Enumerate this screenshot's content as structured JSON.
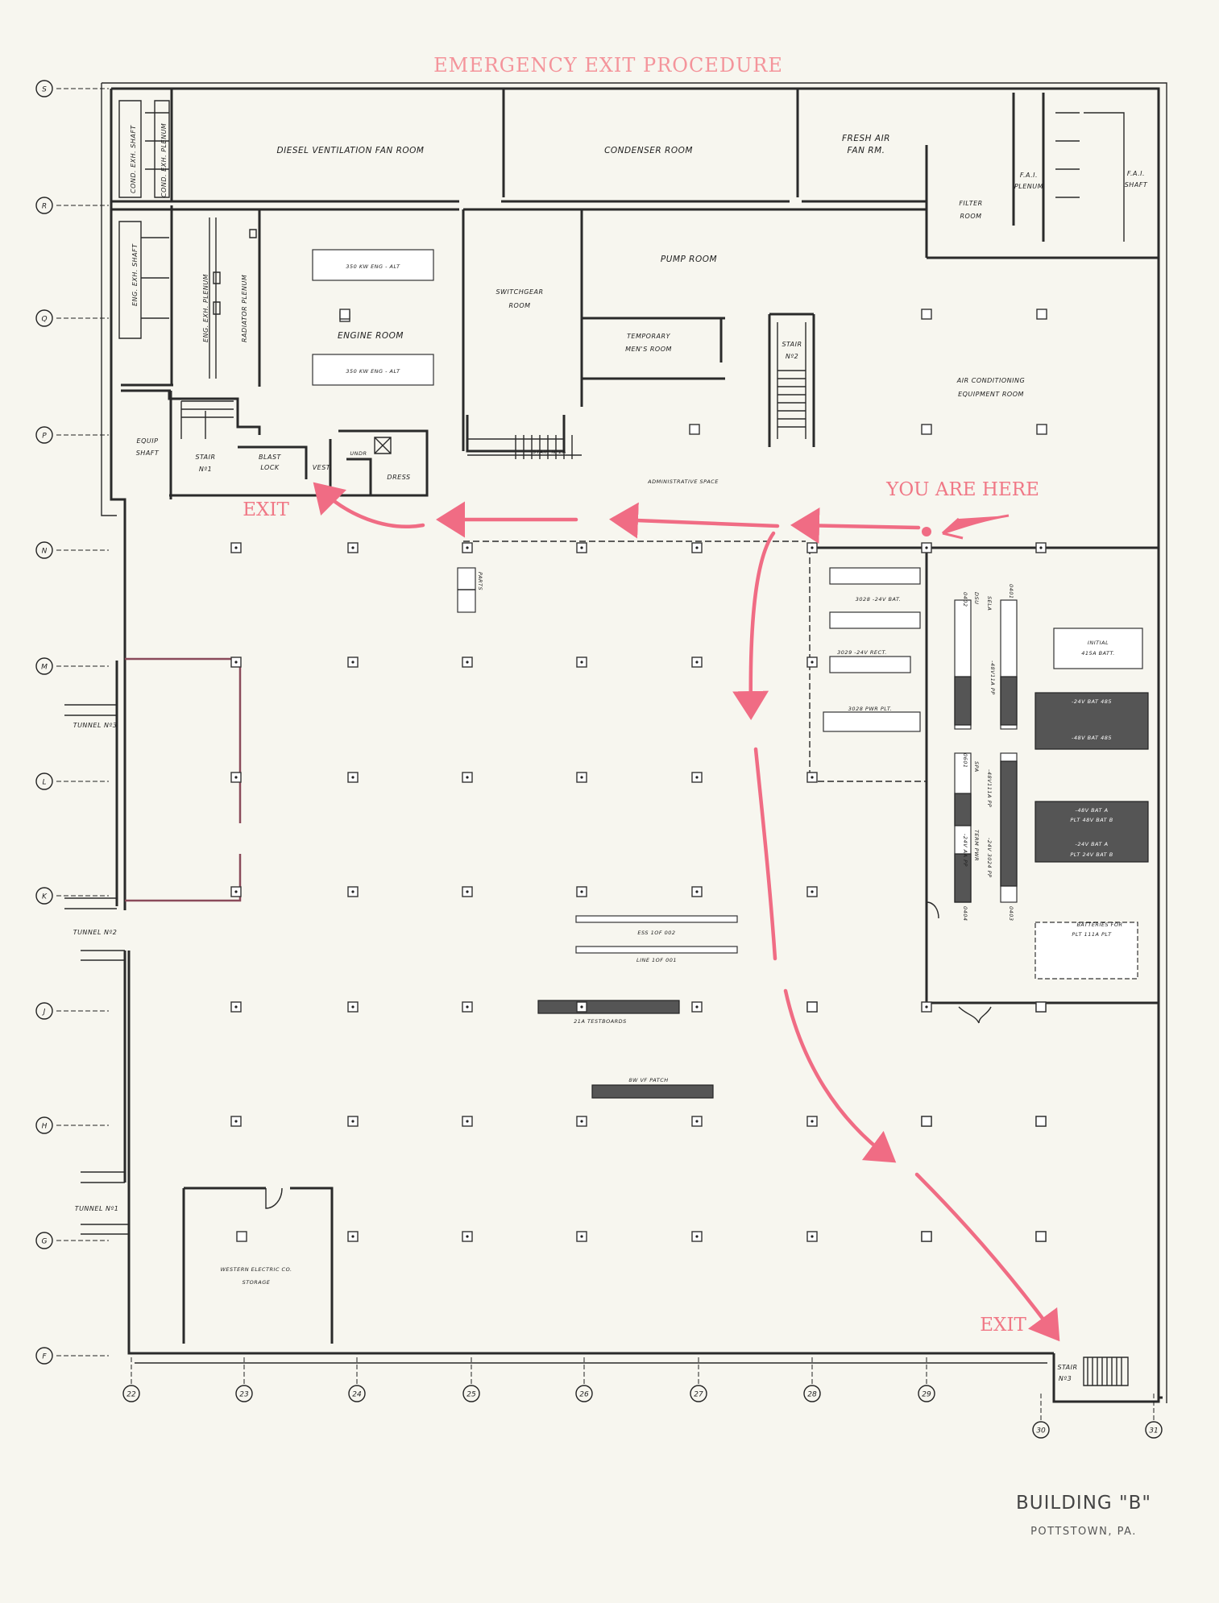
{
  "title": "EMERGENCY EXIT PROCEDURE",
  "you_are_here": "YOU ARE HERE",
  "exits": [
    "EXIT",
    "EXIT"
  ],
  "footer": {
    "building": "BUILDING \"B\"",
    "location": "POTTSTOWN, PA."
  },
  "rooms": {
    "cond_exh_shaft": "COND. EXH. SHAFT",
    "cond_exh_plenum": "COND. EXH. PLENUM",
    "diesel_fan_room": "DIESEL VENTILATION FAN ROOM",
    "condenser_room": "CONDENSER ROOM",
    "fresh_air_fan_rm": [
      "FRESH AIR",
      "FAN RM."
    ],
    "filter_room": [
      "FILTER",
      "ROOM"
    ],
    "fai_plenum": [
      "F.A.I.",
      "PLENUM"
    ],
    "fai_shaft": [
      "F.A.I.",
      "SHAFT"
    ],
    "eng_exh_shaft": "ENG. EXH. SHAFT",
    "eng_exh_plenum": "ENG. EXH. PLENUM",
    "radiator_plenum": "RADIATOR PLENUM",
    "eng_alt_1": "350 KW ENG - ALT",
    "engine_room": "ENGINE ROOM",
    "eng_alt_2": "350 KW ENG - ALT",
    "switchgear_room": [
      "SWITCHGEAR",
      "ROOM"
    ],
    "pump_room": "PUMP ROOM",
    "temporary_mens_room": [
      "TEMPORARY",
      "MEN'S ROOM"
    ],
    "stair_2": [
      "STAIR",
      "Nº2"
    ],
    "air_conditioning_room": [
      "AIR CONDITIONING",
      "EQUIPMENT ROOM"
    ],
    "equip_shaft": [
      "EQUIP",
      "SHAFT"
    ],
    "stair_1": [
      "STAIR",
      "Nº1"
    ],
    "blast_lock": [
      "BLAST",
      "LOCK"
    ],
    "vest": "VEST.",
    "undr": "UNDR",
    "dress": "DRESS",
    "stair_2a": "STAIR Nº2A",
    "administrative_space": "ADMINISTRATIVE SPACE",
    "parts": "PARTS",
    "bat_3028_24v": "3028 -24V BAT.",
    "rect_3029_24v": "3029 -24V RECT.",
    "pwr_plt_3028": "3028 PWR PLT.",
    "initial_batt": [
      "INITIAL",
      "415A BATT."
    ],
    "bat_24v_485": "-24V BAT 485",
    "bat_48v_485": "-48V BAT 485",
    "bat_48v_a": [
      "-48V BAT A",
      "PLT 48V BAT B"
    ],
    "bat_24v_a": [
      "-24V BAT A",
      "PLT 24V BAT B"
    ],
    "batteries_for": [
      "BATTERIES FOR",
      "PLT 111A PLT"
    ],
    "ess": "ESS 1OF 002",
    "line": "LINE 1OF 001",
    "testboards": "21A TESTBOARDS",
    "vf_patch": "8W VF PATCH",
    "tunnel_3": "TUNNEL Nº3",
    "tunnel_2": "TUNNEL Nº2",
    "tunnel_1": "TUNNEL Nº1",
    "western_electric": [
      "WESTERN ELECTRIC CO.",
      "STORAGE"
    ],
    "stair_3": [
      "STAIR",
      "Nº3"
    ],
    "rack_labels": [
      "0402",
      "DSU",
      "SELA",
      "0401",
      "-48V11A PP",
      "0601",
      "SPA",
      "-48V111A PP",
      "TERM PWR",
      "-24V 3024 PP",
      "-24V AA PP",
      "0404",
      "0403"
    ]
  },
  "grid_rows": [
    "S",
    "R",
    "Q",
    "P",
    "N",
    "M",
    "L",
    "K",
    "J",
    "H",
    "G",
    "F"
  ],
  "grid_cols": [
    "22",
    "23",
    "24",
    "25",
    "26",
    "27",
    "28",
    "29",
    "30",
    "31"
  ],
  "colors": {
    "route": "#f06c84",
    "title": "#f4949b",
    "ink": "#2a2a2a",
    "paper": "#f7f6ef"
  }
}
